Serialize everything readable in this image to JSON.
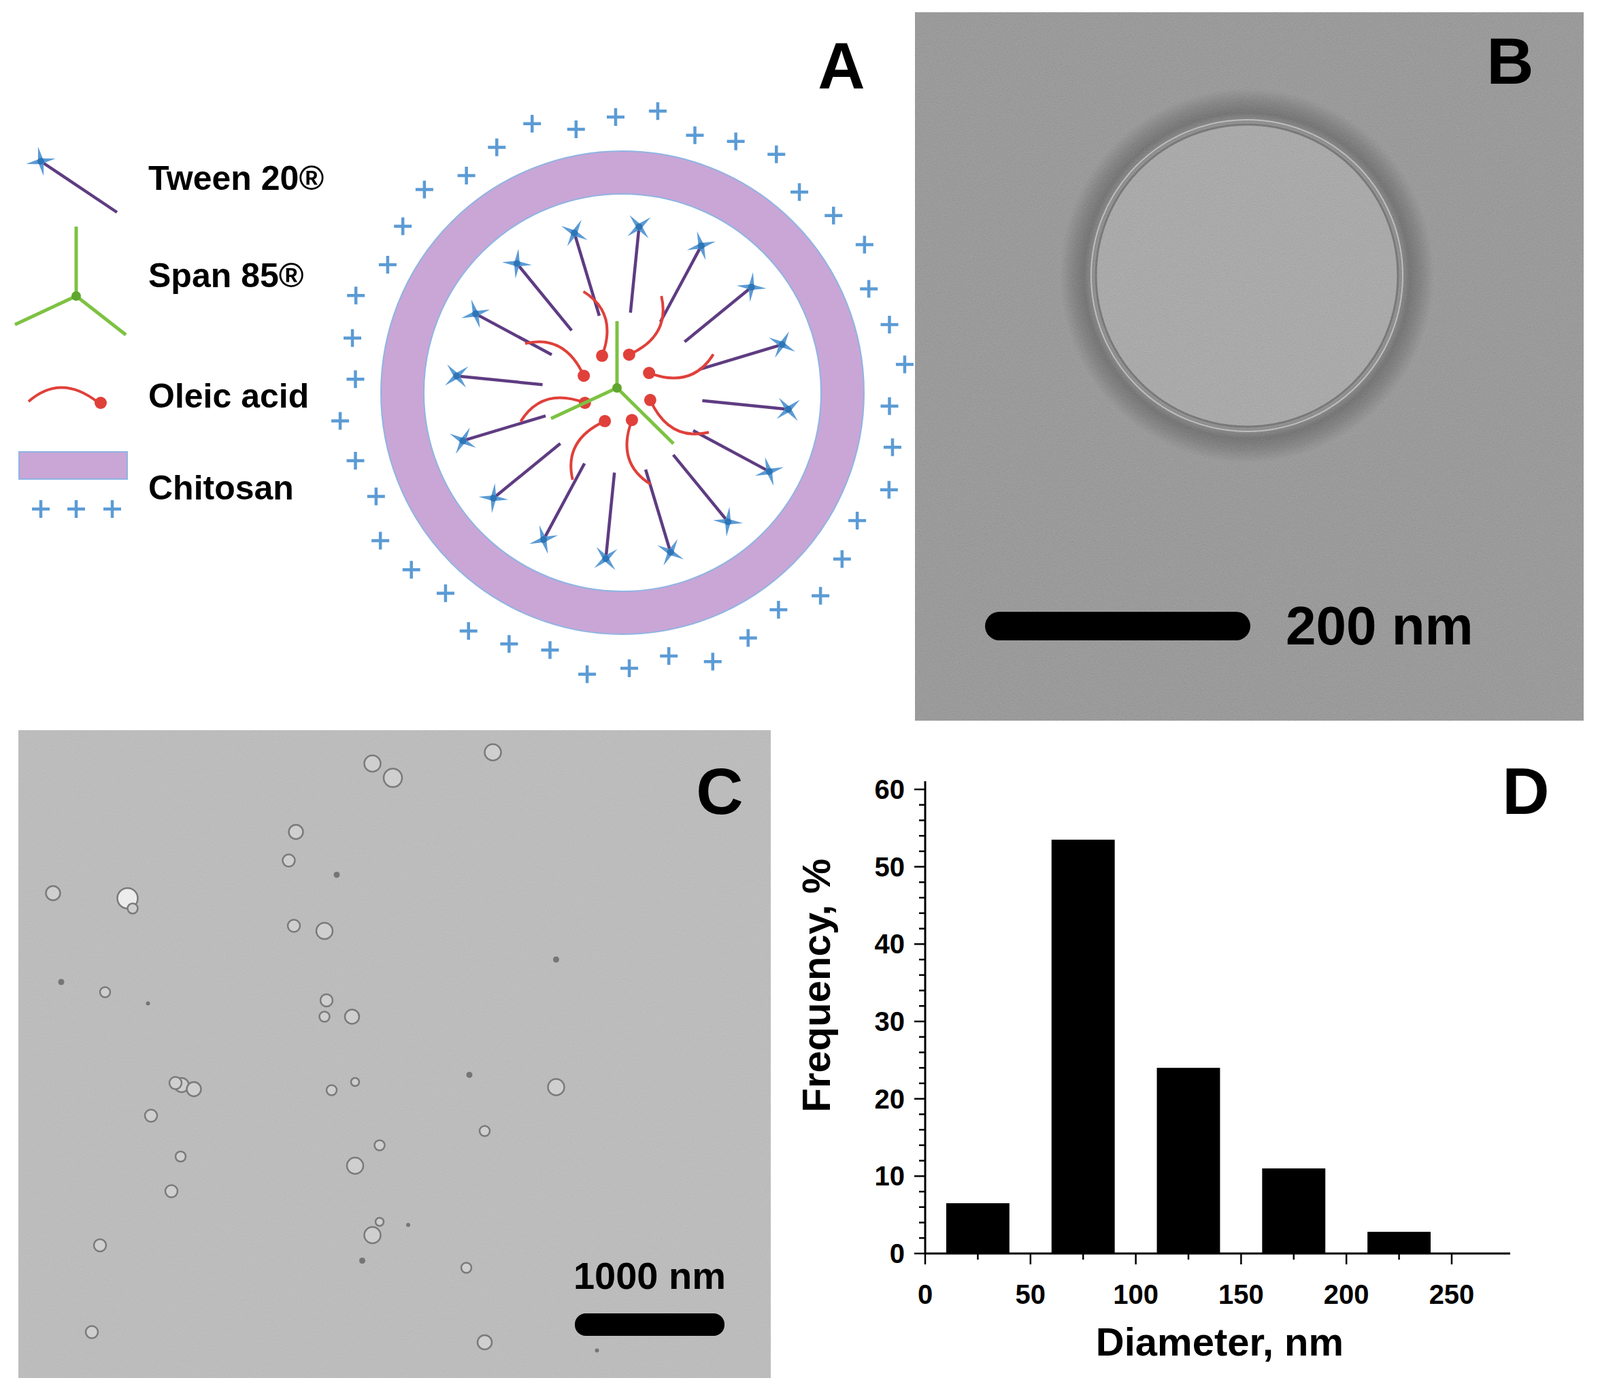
{
  "diagram": {
    "labels": [
      "A",
      "B",
      "200 nm",
      "C",
      "1000 nm",
      "D",
      "60",
      "50",
      "40",
      "30",
      "20",
      "10",
      "0",
      "0",
      "50",
      "100",
      "150",
      "200",
      "250",
      "Frequency, %",
      "Diameter, nm"
    ],
    "legend": [
      {
        "text": "Tween 20®"
      },
      {
        "text": "Span 85®"
      },
      {
        "text": "Oleic acid"
      },
      {
        "text": "Chitosan",
        "color": "#c9a6d6"
      }
    ]
  }
}
